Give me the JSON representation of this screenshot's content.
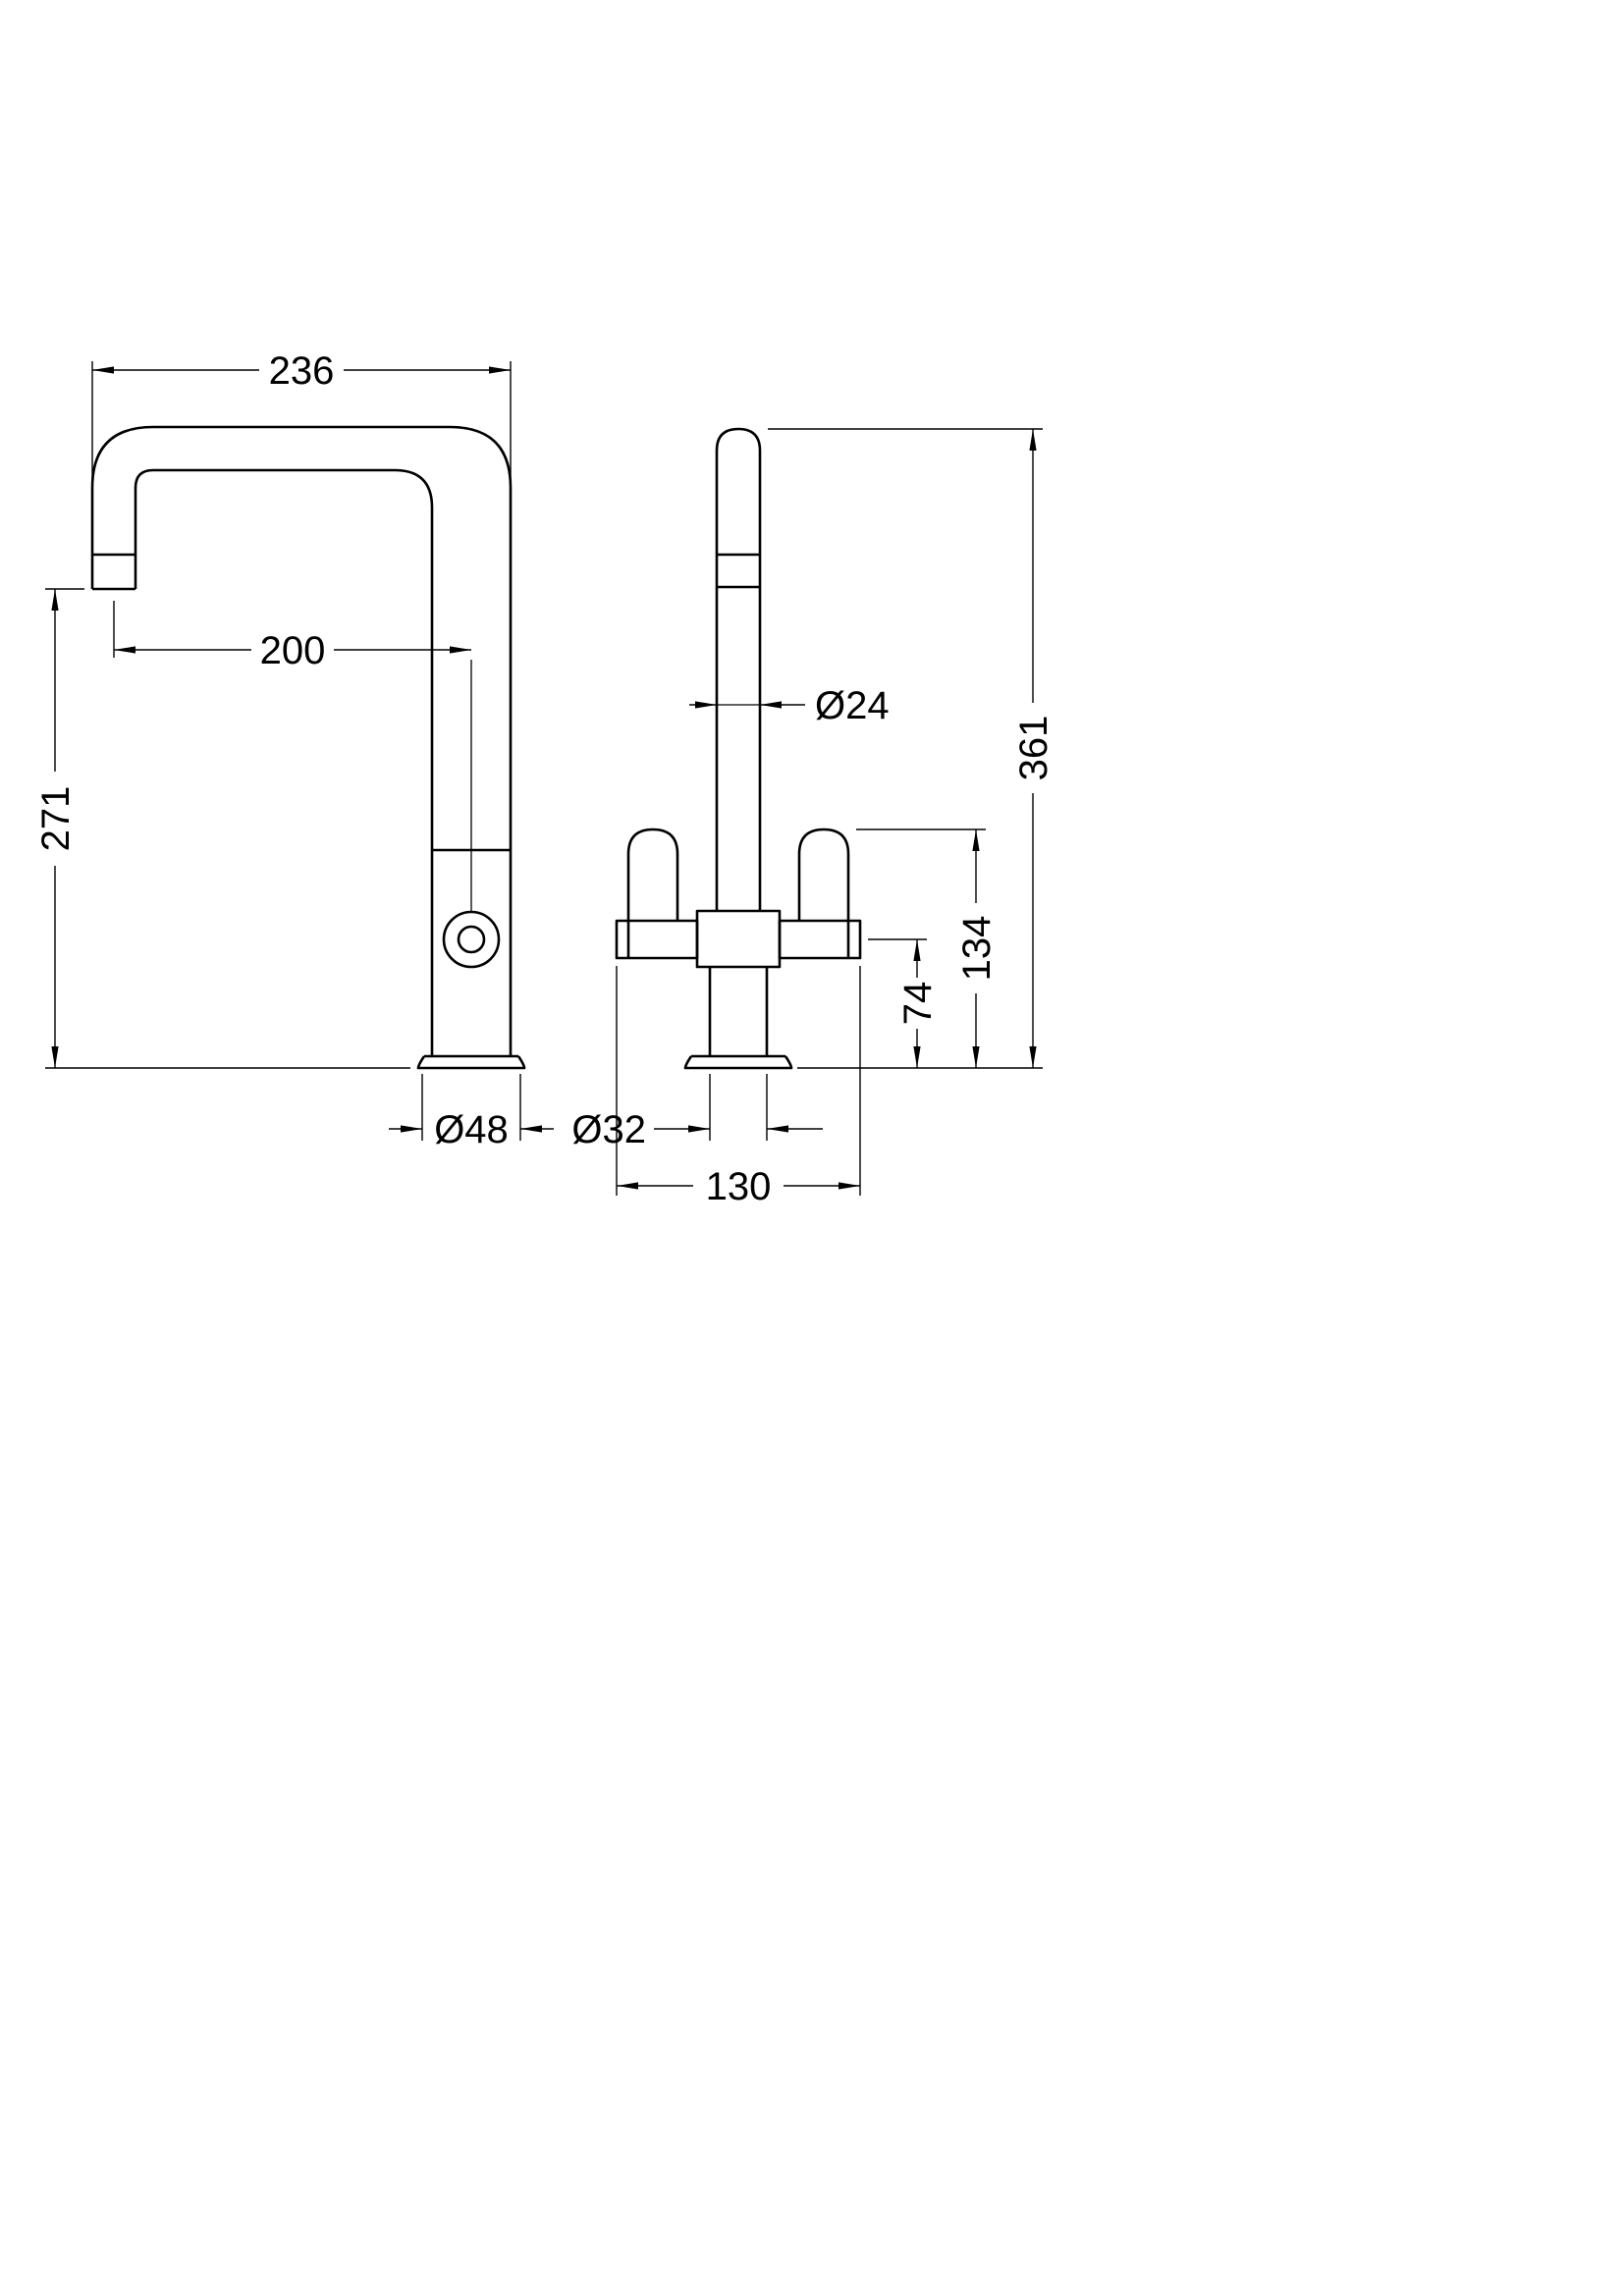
{
  "views": {
    "side": {
      "dimensions": {
        "overall_width": "236",
        "spout_reach": "200",
        "spout_height": "271",
        "base_diameter": "Ø48"
      }
    },
    "front": {
      "dimensions": {
        "column_diameter": "Ø24",
        "overall_height": "361",
        "handle_height": "134",
        "handle_centre_height": "74",
        "base_diameter": "Ø32",
        "handle_span": "130"
      }
    }
  }
}
